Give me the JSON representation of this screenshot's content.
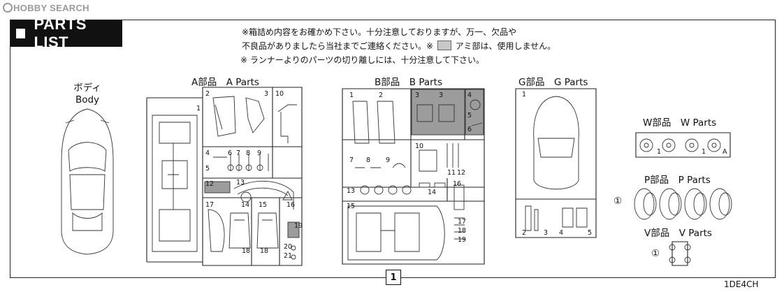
{
  "watermark": {
    "brand": "HOBBY SEARCH"
  },
  "header": {
    "title": "PARTS LIST"
  },
  "notes": {
    "line1": "※箱詰め内容をお確かめ下さい。十分注意しておりますが、万一、欠品や",
    "line2a": "不良品がありましたら当社までご連絡ください。※",
    "line2b": "アミ部は、使用しません。",
    "line3": "※  ランナーよりのパーツの切り離しには、十分注意して下さい。"
  },
  "body": {
    "label_jp": "ボディ",
    "label_en": "Body"
  },
  "runners": {
    "A": {
      "label": "A部品　A Parts",
      "numbers": [
        "1",
        "2",
        "3",
        "10",
        "4",
        "6",
        "7",
        "8",
        "9",
        "5",
        "12",
        "13",
        "14",
        "15",
        "16",
        "17",
        "18",
        "18",
        "19",
        "20",
        "21"
      ]
    },
    "B": {
      "label": "B部品　B Parts",
      "numbers": [
        "1",
        "2",
        "3",
        "3",
        "4",
        "5",
        "6",
        "10",
        "7",
        "8",
        "9",
        "11",
        "12",
        "13",
        "14",
        "16",
        "15",
        "17",
        "18",
        "19"
      ]
    },
    "G": {
      "label": "G部品　G Parts",
      "numbers": [
        "1",
        "2",
        "3",
        "4",
        "5"
      ]
    },
    "W": {
      "label": "W部品　W Parts",
      "numbers": [
        "1",
        "1",
        "A"
      ]
    },
    "P": {
      "label": "P部品　P Parts",
      "count_mark": "①"
    },
    "V": {
      "label": "V部品　V Parts",
      "count_mark": "①"
    }
  },
  "footer": {
    "page": "1",
    "code": "1DE4CH"
  },
  "colors": {
    "shaded": "#9c9c9c",
    "title_bg": "#111111"
  }
}
